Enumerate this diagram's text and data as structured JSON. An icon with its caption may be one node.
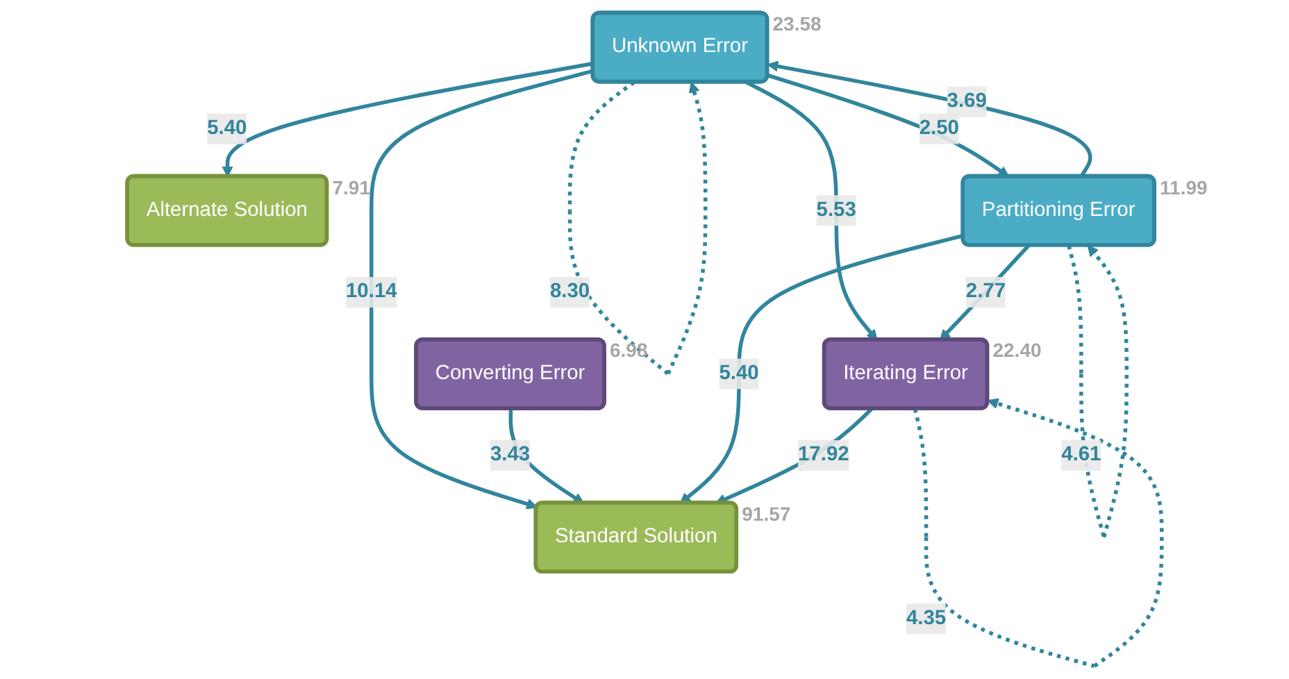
{
  "diagram": {
    "nodes": [
      {
        "text": [
          "Alternate Solution"
        ],
        "beside": [
          "7.91"
        ]
      },
      {
        "text": [
          "Standard Solution"
        ],
        "beside": [
          "91.57"
        ]
      },
      {
        "text": [
          "Unknown Error"
        ],
        "beside": [
          "23.58"
        ]
      },
      {
        "text": [
          "Converting Error"
        ],
        "beside": [
          "6.98"
        ]
      },
      {
        "text": [
          "Partitioning Error"
        ],
        "beside": [
          "11.99"
        ]
      },
      {
        "text": [
          "Iterating Error"
        ],
        "beside": [
          "22.40"
        ]
      }
    ],
    "edges": [
      {
        "from": 2,
        "to": 0,
        "arrow": "to",
        "label": "5.40"
      },
      {
        "from": 2,
        "to": 1,
        "arrow": "to",
        "label": "10.14"
      },
      {
        "from": 4,
        "to": 2,
        "arrow": "to",
        "label": "3.69"
      },
      {
        "from": 3,
        "to": 1,
        "arrow": "to",
        "label": "3.43"
      },
      {
        "from": 4,
        "to": 1,
        "arrow": "to",
        "label": "5.40"
      },
      {
        "from": 5,
        "to": 1,
        "arrow": "to",
        "label": "17.92"
      },
      {
        "from": 2,
        "to": 2,
        "arrow": "to",
        "label": "8.30",
        "style": "dashed"
      },
      {
        "from": 5,
        "to": 5,
        "arrow": "to",
        "label": "4.35",
        "style": "dashed"
      },
      {
        "from": 4,
        "to": 4,
        "arrow": "to",
        "label": "4.61",
        "style": "dashed"
      },
      {
        "from": 2,
        "to": 5,
        "arrow": "to",
        "label": "5.53"
      },
      {
        "from": 4,
        "to": 5,
        "arrow": "to",
        "label": "2.77"
      },
      {
        "from": 2,
        "to": 4,
        "arrow": "to",
        "label": "2.50"
      }
    ]
  }
}
